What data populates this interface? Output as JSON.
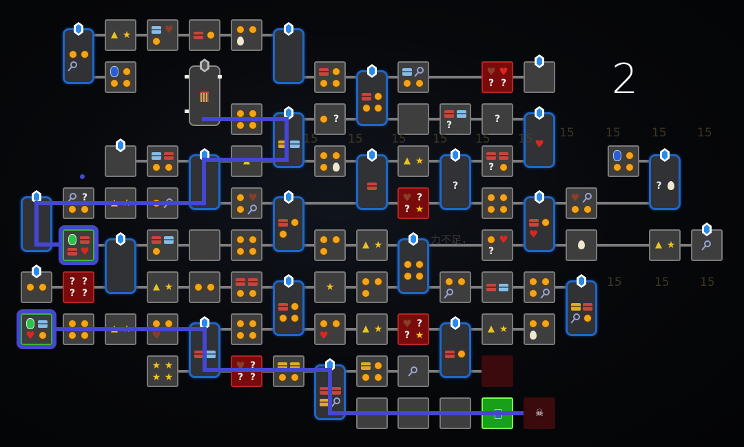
{
  "level_label": "2",
  "background_labels": [
    "15",
    "15",
    "15",
    "15",
    "15",
    "15",
    "15",
    "15",
    "15",
    "15",
    "15",
    "15",
    "15"
  ],
  "background_text": "力不足，",
  "colors": {
    "path": "#4447d0",
    "tall_border": "#1f67c8",
    "red_node": "#7a0b0b",
    "green_node": "#19a019"
  },
  "nodes": [
    {
      "kind": "tall",
      "items": [
        "coin",
        "coin",
        "key"
      ]
    },
    {
      "kind": "normal",
      "items": [
        "tri",
        "star"
      ]
    },
    {
      "kind": "normal",
      "items": [
        "chest-blue",
        "heart-broken",
        "coin"
      ]
    },
    {
      "kind": "normal",
      "items": [
        "chest-red",
        "coin"
      ]
    },
    {
      "kind": "normal",
      "items": [
        "coin",
        "coin",
        "egg"
      ]
    },
    {
      "kind": "tall",
      "items": []
    },
    {
      "kind": "normal",
      "items": [
        "gem",
        "coin",
        "coin",
        "coin"
      ]
    },
    {
      "kind": "shrine",
      "items": [
        "shrine-icon"
      ]
    },
    {
      "kind": "normal",
      "items": [
        "chest-red",
        "coin",
        "coin",
        "coin"
      ]
    },
    {
      "kind": "tall",
      "items": [
        "chest-red",
        "coin",
        "coin",
        "coin"
      ]
    },
    {
      "kind": "normal",
      "items": [
        "chest-blue",
        "key",
        "coin",
        "coin"
      ]
    },
    {
      "kind": "red",
      "items": [
        "heart-broken",
        "heart",
        "question",
        "question"
      ]
    },
    {
      "kind": "gemsq",
      "items": []
    },
    {
      "kind": "normal",
      "items": [
        "coin",
        "coin",
        "coin",
        "coin"
      ]
    },
    {
      "kind": "tall",
      "items": [
        "chest-gold",
        "chest-blue"
      ]
    },
    {
      "kind": "normal",
      "items": [
        "coin",
        "question"
      ]
    },
    {
      "kind": "normal",
      "items": []
    },
    {
      "kind": "normal",
      "items": [
        "chest-red",
        "chest-blue",
        "question"
      ]
    },
    {
      "kind": "normal",
      "items": [
        "question"
      ]
    },
    {
      "kind": "tall",
      "items": [
        "heart"
      ]
    },
    {
      "kind": "gemsq",
      "items": []
    },
    {
      "kind": "normal",
      "items": [
        "chest-blue",
        "chest-red",
        "coin",
        "coin"
      ]
    },
    {
      "kind": "tall",
      "items": []
    },
    {
      "kind": "normal",
      "items": [
        "tri"
      ]
    },
    {
      "kind": "normal",
      "items": [
        "coin",
        "coin",
        "coin",
        "egg"
      ]
    },
    {
      "kind": "tall",
      "items": [
        "chest-red"
      ]
    },
    {
      "kind": "normal",
      "items": [
        "tri",
        "star"
      ]
    },
    {
      "kind": "tall",
      "items": [
        "question"
      ]
    },
    {
      "kind": "normal",
      "items": [
        "chest-red",
        "chest-red",
        "question",
        "coin"
      ]
    },
    {
      "kind": "normal",
      "items": [
        "gem",
        "coin",
        "coin",
        "coin"
      ]
    },
    {
      "kind": "tall",
      "items": [
        "question",
        "egg"
      ]
    },
    {
      "kind": "tall",
      "items": []
    },
    {
      "kind": "normal",
      "items": [
        "key",
        "question",
        "coin",
        "coin"
      ]
    },
    {
      "kind": "normal",
      "items": [
        "tri",
        "star"
      ]
    },
    {
      "kind": "normal",
      "items": [
        "coin",
        "key"
      ]
    },
    {
      "kind": "normal",
      "items": [
        "coin",
        "heart-broken",
        "coin",
        "key"
      ]
    },
    {
      "kind": "tall",
      "items": [
        "chest-red",
        "coin",
        "coin"
      ]
    },
    {
      "kind": "red",
      "items": [
        "heart-broken",
        "question",
        "question",
        "star"
      ]
    },
    {
      "kind": "normal",
      "items": [
        "coin",
        "coin",
        "coin",
        "coin"
      ]
    },
    {
      "kind": "tall",
      "items": [
        "chest-red",
        "coin",
        "heart"
      ]
    },
    {
      "kind": "normal",
      "items": [
        "heart-broken",
        "key",
        "coin",
        "coin"
      ]
    },
    {
      "kind": "selected",
      "items": [
        "gem-green",
        "chest-red",
        "chest-red",
        "heart"
      ]
    },
    {
      "kind": "tall",
      "items": []
    },
    {
      "kind": "normal",
      "items": [
        "chest-red",
        "chest-blue",
        "coin"
      ]
    },
    {
      "kind": "normal",
      "items": []
    },
    {
      "kind": "normal",
      "items": [
        "coin",
        "coin",
        "coin",
        "coin"
      ]
    },
    {
      "kind": "normal",
      "items": [
        "coin",
        "coin",
        "coin"
      ]
    },
    {
      "kind": "normal",
      "items": [
        "tri",
        "star"
      ]
    },
    {
      "kind": "tall",
      "items": [
        "coin",
        "coin",
        "coin",
        "coin"
      ]
    },
    {
      "kind": "normal",
      "items": [
        "coin",
        "heart",
        "question"
      ]
    },
    {
      "kind": "normal",
      "items": [
        "egg"
      ]
    },
    {
      "kind": "normal",
      "items": [
        "tri",
        "star"
      ]
    },
    {
      "kind": "gemsq",
      "items": [
        "key"
      ]
    },
    {
      "kind": "gemsq",
      "items": [
        "coin",
        "coin"
      ]
    },
    {
      "kind": "red",
      "items": [
        "question",
        "question",
        "question",
        "question"
      ]
    },
    {
      "kind": "normal",
      "items": [
        "tri",
        "star"
      ]
    },
    {
      "kind": "normal",
      "items": [
        "coin",
        "coin"
      ]
    },
    {
      "kind": "normal",
      "items": [
        "chest-red",
        "chest-red",
        "coin",
        "coin"
      ]
    },
    {
      "kind": "tall",
      "items": [
        "chest-red",
        "coin",
        "coin",
        "coin"
      ]
    },
    {
      "kind": "normal",
      "items": [
        "star"
      ]
    },
    {
      "kind": "normal",
      "items": [
        "coin",
        "coin",
        "coin"
      ]
    },
    {
      "kind": "normal",
      "items": [
        "coin",
        "coin",
        "key"
      ]
    },
    {
      "kind": "normal",
      "items": [
        "chest-red",
        "chest-blue"
      ]
    },
    {
      "kind": "normal",
      "items": [
        "coin",
        "coin",
        "coin",
        "key"
      ]
    },
    {
      "kind": "tall",
      "items": [
        "chest-gold",
        "chest-red",
        "key",
        "coin"
      ]
    },
    {
      "kind": "selected",
      "items": [
        "gem-green",
        "chest-blue",
        "heart",
        "coin"
      ]
    },
    {
      "kind": "normal",
      "items": [
        "coin",
        "coin",
        "coin",
        "coin"
      ]
    },
    {
      "kind": "normal",
      "items": [
        "tri",
        "star"
      ]
    },
    {
      "kind": "normal",
      "items": [
        "coin",
        "coin",
        "heart-broken"
      ]
    },
    {
      "kind": "tall",
      "items": [
        "chest-red",
        "chest-blue"
      ]
    },
    {
      "kind": "normal",
      "items": [
        "coin",
        "coin",
        "coin",
        "coin"
      ]
    },
    {
      "kind": "normal",
      "items": [
        "coin",
        "coin",
        "heart"
      ]
    },
    {
      "kind": "normal",
      "items": [
        "tri",
        "star"
      ]
    },
    {
      "kind": "red",
      "items": [
        "heart-broken",
        "question",
        "question",
        "star"
      ]
    },
    {
      "kind": "tall",
      "items": [
        "chest-red",
        "coin"
      ]
    },
    {
      "kind": "normal",
      "items": [
        "tri",
        "star"
      ]
    },
    {
      "kind": "normal",
      "items": [
        "coin",
        "coin",
        "egg"
      ]
    },
    {
      "kind": "normal",
      "items": [
        "star",
        "star",
        "star",
        "star"
      ]
    },
    {
      "kind": "red",
      "items": [
        "heart-broken",
        "question",
        "question",
        "question"
      ]
    },
    {
      "kind": "normal",
      "items": [
        "chest-gold",
        "chest-gold",
        "coin",
        "coin"
      ]
    },
    {
      "kind": "tall",
      "items": [
        "chest-red",
        "chest-red",
        "chest-gold",
        "key"
      ]
    },
    {
      "kind": "normal",
      "items": [
        "chest-gold",
        "coin",
        "coin",
        "coin"
      ]
    },
    {
      "kind": "normal",
      "items": [
        "key"
      ]
    },
    {
      "kind": "dark",
      "items": []
    },
    {
      "kind": "normal",
      "items": []
    },
    {
      "kind": "normal",
      "items": []
    },
    {
      "kind": "normal",
      "items": []
    },
    {
      "kind": "green",
      "items": [
        "exit"
      ]
    },
    {
      "kind": "dark",
      "items": [
        "skull"
      ]
    }
  ]
}
